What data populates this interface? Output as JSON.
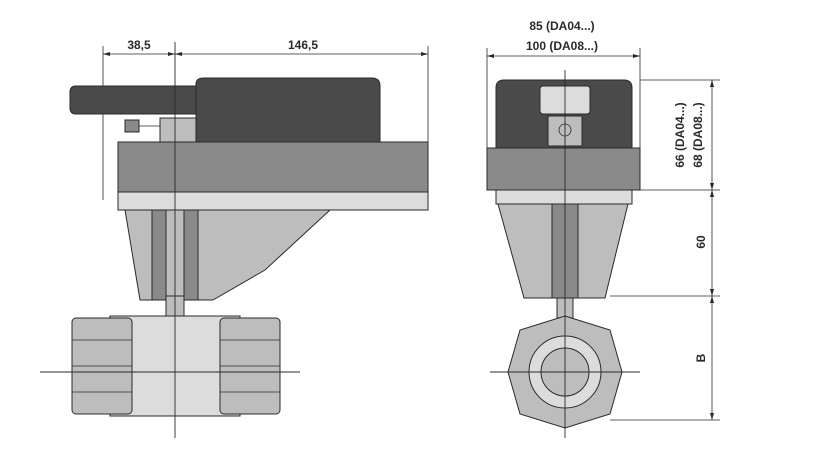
{
  "dimensions": {
    "left_offset": "38,5",
    "actuator_length": "146,5",
    "width_da04": "85 (DA04...)",
    "width_da08": "100 (DA08...)",
    "height_da04": "66 (DA04...)",
    "height_da08": "68 (DA08...)",
    "bracket_height": "60",
    "valve_height": "B"
  }
}
